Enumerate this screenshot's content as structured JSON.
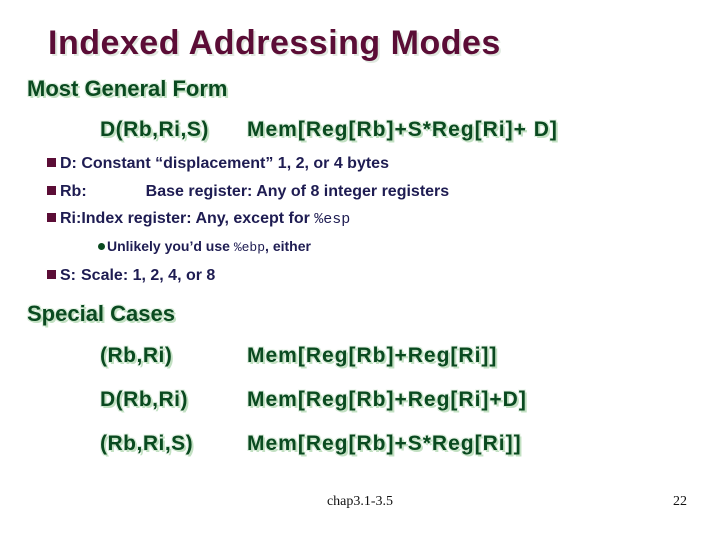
{
  "slide": {
    "title": "Indexed Addressing Modes",
    "sections": {
      "general": {
        "heading": "Most General Form",
        "formula": {
          "notation": "D(Rb,Ri,S)",
          "meaning": "Mem[Reg[Rb]+S*Reg[Ri]+ D]"
        },
        "bullets": {
          "d": {
            "text": "D: Constant “displacement” 1, 2, or 4 bytes"
          },
          "rb": {
            "label": "Rb:",
            "text": "Base register: Any of 8 integer registers"
          },
          "ri": {
            "text": "Ri:Index register: Any, except for ",
            "mono": "%esp"
          },
          "ri_note": {
            "pre": "Unlikely you’d use ",
            "mono": "%ebp",
            "post": ", either"
          },
          "s": {
            "label": "S:",
            "text": "Scale: 1, 2, 4, or 8"
          }
        }
      },
      "special": {
        "heading": "Special Cases",
        "cases": [
          {
            "notation": "(Rb,Ri)",
            "meaning": "Mem[Reg[Rb]+Reg[Ri]]"
          },
          {
            "notation": "D(Rb,Ri)",
            "meaning": "Mem[Reg[Rb]+Reg[Ri]+D]"
          },
          {
            "notation": "(Rb,Ri,S)",
            "meaning": "Mem[Reg[Rb]+S*Reg[Ri]]"
          }
        ]
      }
    },
    "footer": {
      "chapter": "chap3.1-3.5",
      "page_number": "22"
    }
  },
  "colors": {
    "background": "#ffffff",
    "title_maroon": "#5b0d36",
    "heading_green": "#0a4a20",
    "heading_glow": "#c2e0c2",
    "body_navy": "#1e1c52",
    "square_bullet_maroon": "#5b0d36",
    "round_bullet_green": "#0a4a20",
    "footer_text": "#111111"
  }
}
